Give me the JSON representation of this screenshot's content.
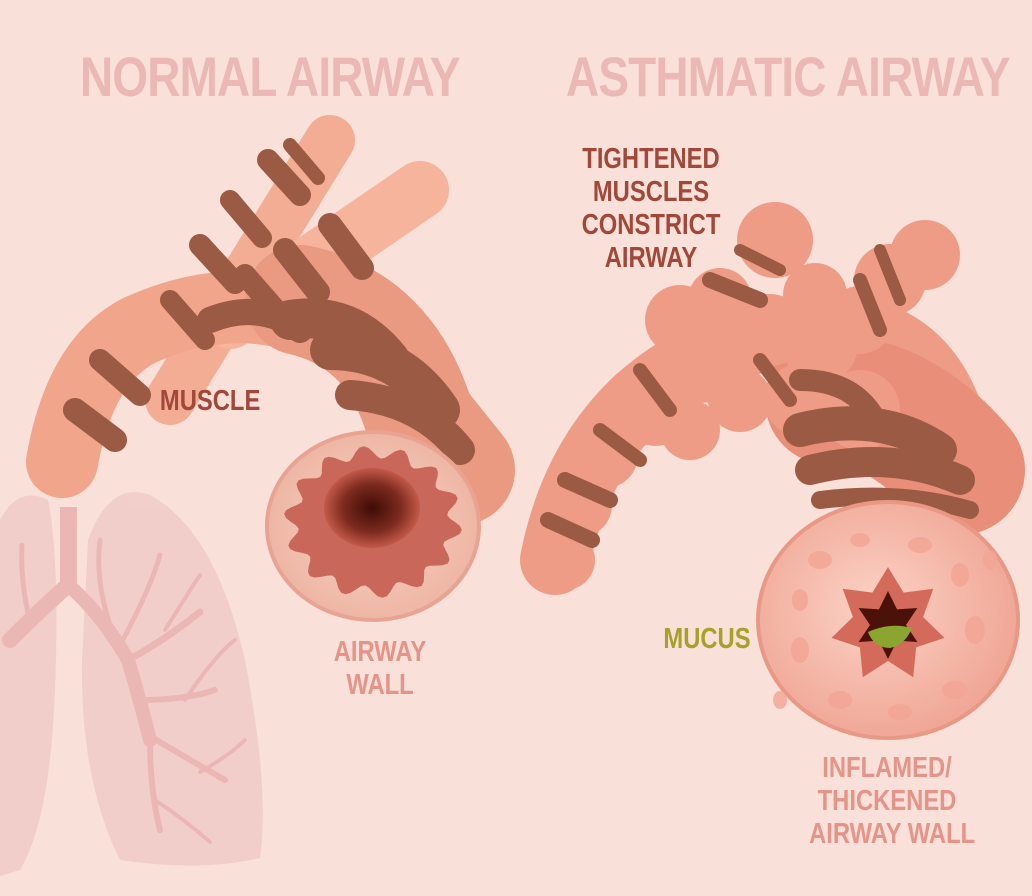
{
  "titles": {
    "normal": "NORMAL AIRWAY",
    "asthmatic": "ASTHMATIC AIRWAY"
  },
  "labels": {
    "muscle": "MUSCLE",
    "airway_wall": [
      "AIRWAY",
      "WALL"
    ],
    "tightened": [
      "TIGHTENED",
      "MUSCLES",
      "CONSTRICT",
      "AIRWAY"
    ],
    "mucus": "MUCUS",
    "inflamed": [
      "INFLAMED/",
      "THICKENED",
      "AIRWAY WALL"
    ]
  },
  "colors": {
    "background": "#f9e0d8",
    "title_text": "#ebb8b5",
    "dark_label": "#a0483a",
    "light_label": "#e49488",
    "mucus_label": "#a7a12a",
    "airway_tube": "#f2a78e",
    "muscle_band": "#9b5a44",
    "lumen_dark": "#5a1a10",
    "inflamed_wall": "#f6b6a6",
    "mucus": "#8aa631",
    "lungs": "#f2cdca"
  }
}
